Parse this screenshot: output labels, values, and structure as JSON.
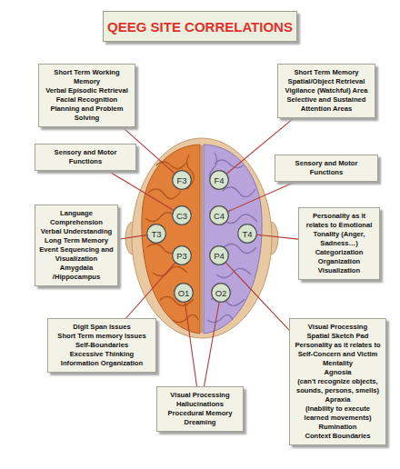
{
  "diagram": {
    "title": "QEEG SITE CORRELATIONS",
    "nodes": [
      {
        "text": [
          "Short Term Working Memory",
          "Verbal Episodic Retrieval",
          "Facial Recognition",
          "Planning and Problem Solving"
        ]
      },
      {
        "text": [
          "Short Term Memory",
          "Spatial/Object Retrieval",
          "Vigilance (Watchful) Area",
          "Selective and Sustained Attention Areas"
        ]
      },
      {
        "text": [
          "F3"
        ]
      },
      {
        "text": [
          "F4"
        ]
      },
      {
        "text": [
          "Sensory and Motor Functions"
        ]
      },
      {
        "text": [
          "Sensory and Motor Functions"
        ]
      },
      {
        "text": [
          "C3"
        ]
      },
      {
        "text": [
          "C4"
        ]
      },
      {
        "text": [
          "Language Comprehension",
          "Verbal Understanding",
          "Long Term Memory",
          "Event Sequencing and Visualization",
          "Amygdala /Hippocampus"
        ]
      },
      {
        "text": [
          "Personality as it relates to Emotional Tonality (Anger, Sadness…)",
          "Categorization",
          "Organization",
          "Visualization"
        ]
      },
      {
        "text": [
          "T3"
        ]
      },
      {
        "text": [
          "T4"
        ]
      },
      {
        "text": [
          "P3"
        ]
      },
      {
        "text": [
          "P4"
        ]
      },
      {
        "text": [
          "O1"
        ]
      },
      {
        "text": [
          "O2"
        ]
      },
      {
        "text": [
          "Digit Span Issues",
          "Short Term memory Issues",
          "Self-Boundaries",
          "Excessive Thinking",
          "Information Organization"
        ]
      },
      {
        "text": [
          "Visual Processing",
          "Spatial Sketch Pad",
          "Personality as it relates to Self-Concern and Victim Mentality",
          "Agnosia",
          "(can't recognize objects, sounds, persons, smells)",
          "Apraxia",
          "(Inability to execute learned movements)",
          "Rumination",
          "Context Boundaries"
        ]
      },
      {
        "text": [
          "Visual Processing",
          "Hallucinations",
          "Procedural Memory",
          "Dreaming"
        ]
      }
    ],
    "edges": [
      {
        "from": 0,
        "to": 2,
        "arrow": "none"
      },
      {
        "from": 1,
        "to": 3,
        "arrow": "none"
      },
      {
        "from": 4,
        "to": 6,
        "arrow": "none"
      },
      {
        "from": 5,
        "to": 7,
        "arrow": "none"
      },
      {
        "from": 8,
        "to": 10,
        "arrow": "none"
      },
      {
        "from": 9,
        "to": 11,
        "arrow": "none"
      },
      {
        "from": 16,
        "to": 12,
        "arrow": "none"
      },
      {
        "from": 17,
        "to": 13,
        "arrow": "none"
      },
      {
        "from": 18,
        "to": 14,
        "arrow": "none"
      },
      {
        "from": 18,
        "to": 15,
        "arrow": "none"
      }
    ]
  }
}
